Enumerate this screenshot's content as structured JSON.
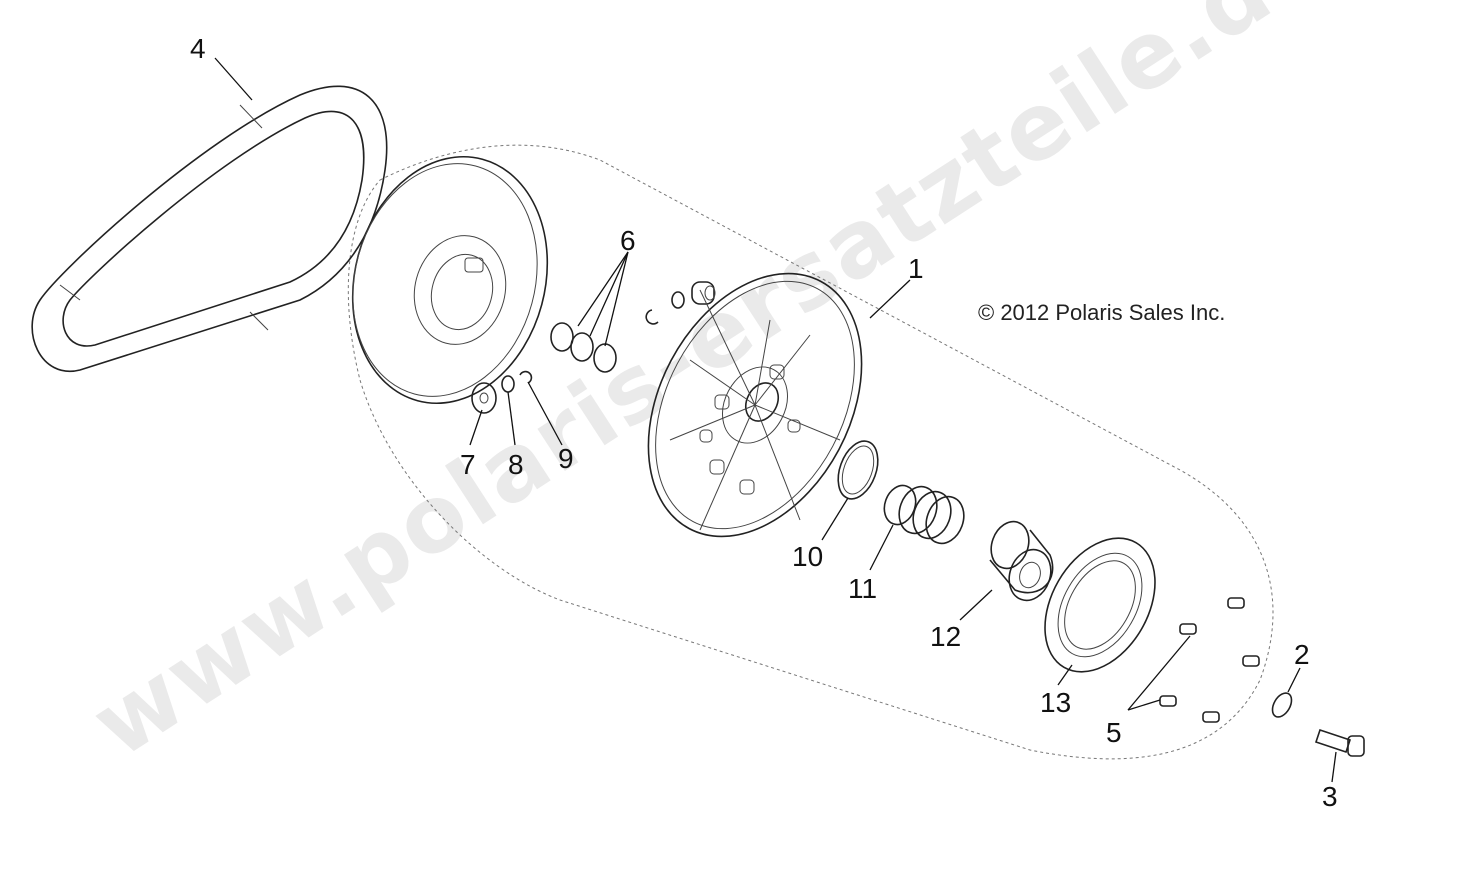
{
  "copyright": "© 2012 Polaris Sales Inc.",
  "watermark": "www.polaris-ersatzteile.de",
  "callouts": {
    "p1": "1",
    "p2": "2",
    "p3": "3",
    "p4": "4",
    "p5": "5",
    "p6": "6",
    "p7": "7",
    "p8": "8",
    "p9": "9",
    "p10": "10",
    "p11": "11",
    "p12": "12",
    "p13": "13"
  }
}
